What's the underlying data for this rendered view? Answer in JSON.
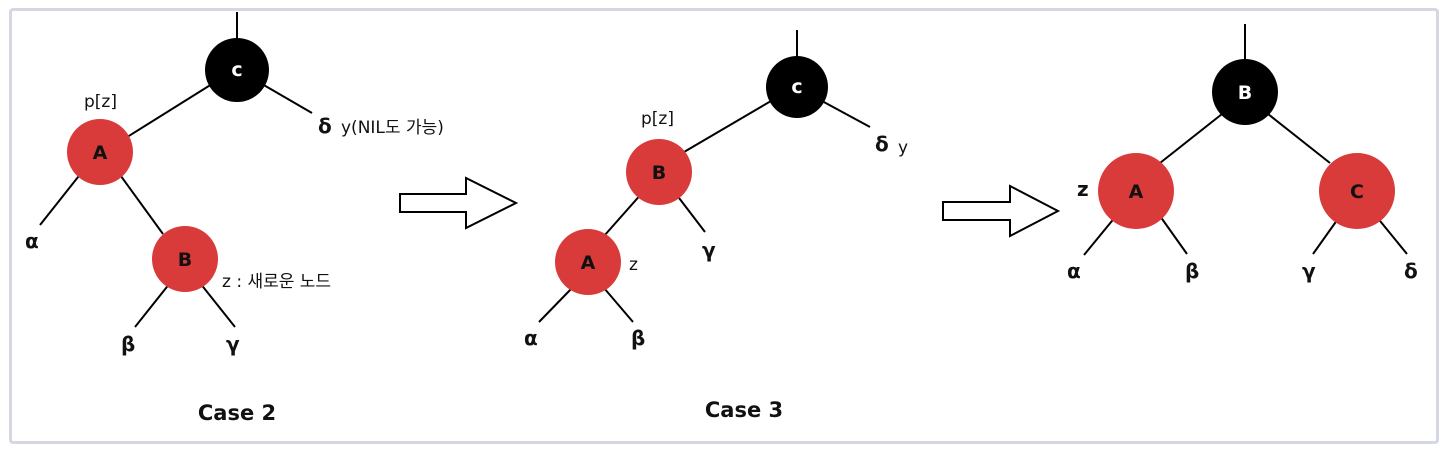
{
  "colors": {
    "red_node": "#d93b3b",
    "black_node": "#000000",
    "node_text_on_red": "#111111",
    "node_text_on_black": "#ffffff",
    "frame_border": "#d5d7e2"
  },
  "case2": {
    "caption": "Case 2",
    "node_c": "c",
    "node_a": "A",
    "node_b": "B",
    "label_pz": "p[z]",
    "label_y": "y(NIL도 가능)",
    "label_z": "z : 새로운 노드",
    "alpha": "α",
    "beta": "β",
    "gamma": "γ",
    "delta": "δ"
  },
  "case3": {
    "caption": "Case 3",
    "node_c": "c",
    "node_b": "B",
    "node_a": "A",
    "label_pz": "p[z]",
    "label_y": "y",
    "label_z": "z",
    "alpha": "α",
    "beta": "β",
    "gamma": "γ",
    "delta": "δ"
  },
  "result": {
    "node_b": "B",
    "node_a": "A",
    "node_c": "C",
    "label_z": "z",
    "alpha": "α",
    "beta": "β",
    "gamma": "γ",
    "delta": "δ"
  }
}
